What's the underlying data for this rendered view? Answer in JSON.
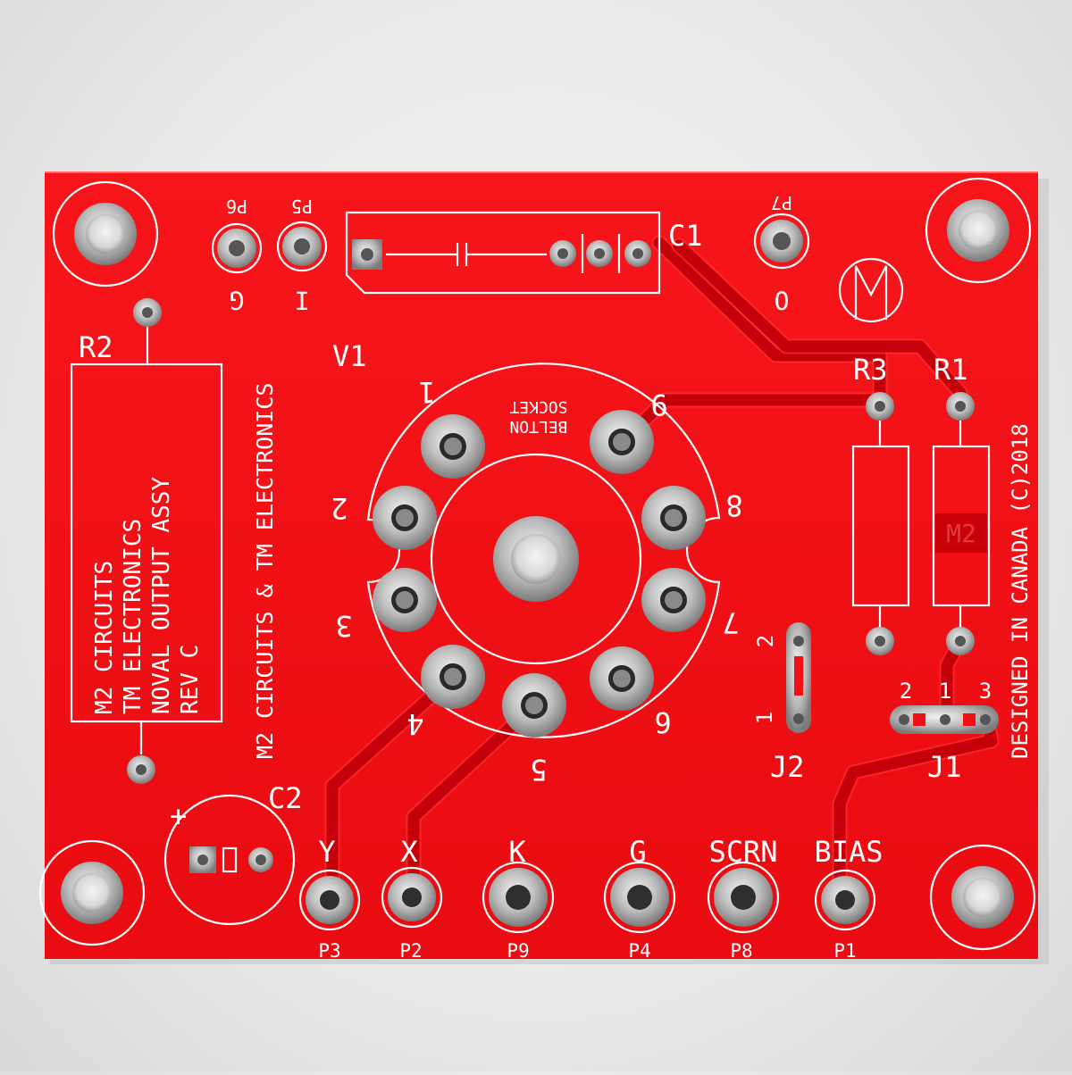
{
  "board": {
    "assembly_text": [
      "M2 CIRCUITS",
      "TM ELECTRONICS",
      "NOVAL OUTPUT ASSY",
      "REV C"
    ],
    "vertical_credit": "M2 CIRCUITS & TM ELECTRONICS",
    "designed_in": "DESIGNED IN CANADA (C)2018",
    "socket_label": [
      "BELTON",
      "SOCKET"
    ],
    "logo_text": "M2",
    "colors": {
      "pcb": "#f21016",
      "silkscreen": "#ffffff",
      "pad": "#b9b9b9",
      "background": "#e6e6e6"
    }
  },
  "designators": {
    "r2": "R2",
    "r3": "R3",
    "r1": "R1",
    "c1": "C1",
    "c2": "C2",
    "v1": "V1",
    "j1": "J1",
    "j2": "J2",
    "c2_polarity": "+"
  },
  "pads_top": {
    "p6": "P6",
    "p5": "P5",
    "p7": "P7",
    "g": "G",
    "i": "I",
    "o": "O"
  },
  "tube_pins": [
    "1",
    "2",
    "3",
    "4",
    "5",
    "6",
    "7",
    "8",
    "9"
  ],
  "jumper_pins": {
    "j2_1": "1",
    "j2_2": "2",
    "j1_1": "1",
    "j1_2": "2",
    "j1_3": "3"
  },
  "bottom_terminals": [
    {
      "label": "Y",
      "pad": "P3"
    },
    {
      "label": "X",
      "pad": "P2"
    },
    {
      "label": "K",
      "pad": "P9"
    },
    {
      "label": "G",
      "pad": "P4"
    },
    {
      "label": "SCRN",
      "pad": "P8"
    },
    {
      "label": "BIAS",
      "pad": "P1"
    }
  ]
}
